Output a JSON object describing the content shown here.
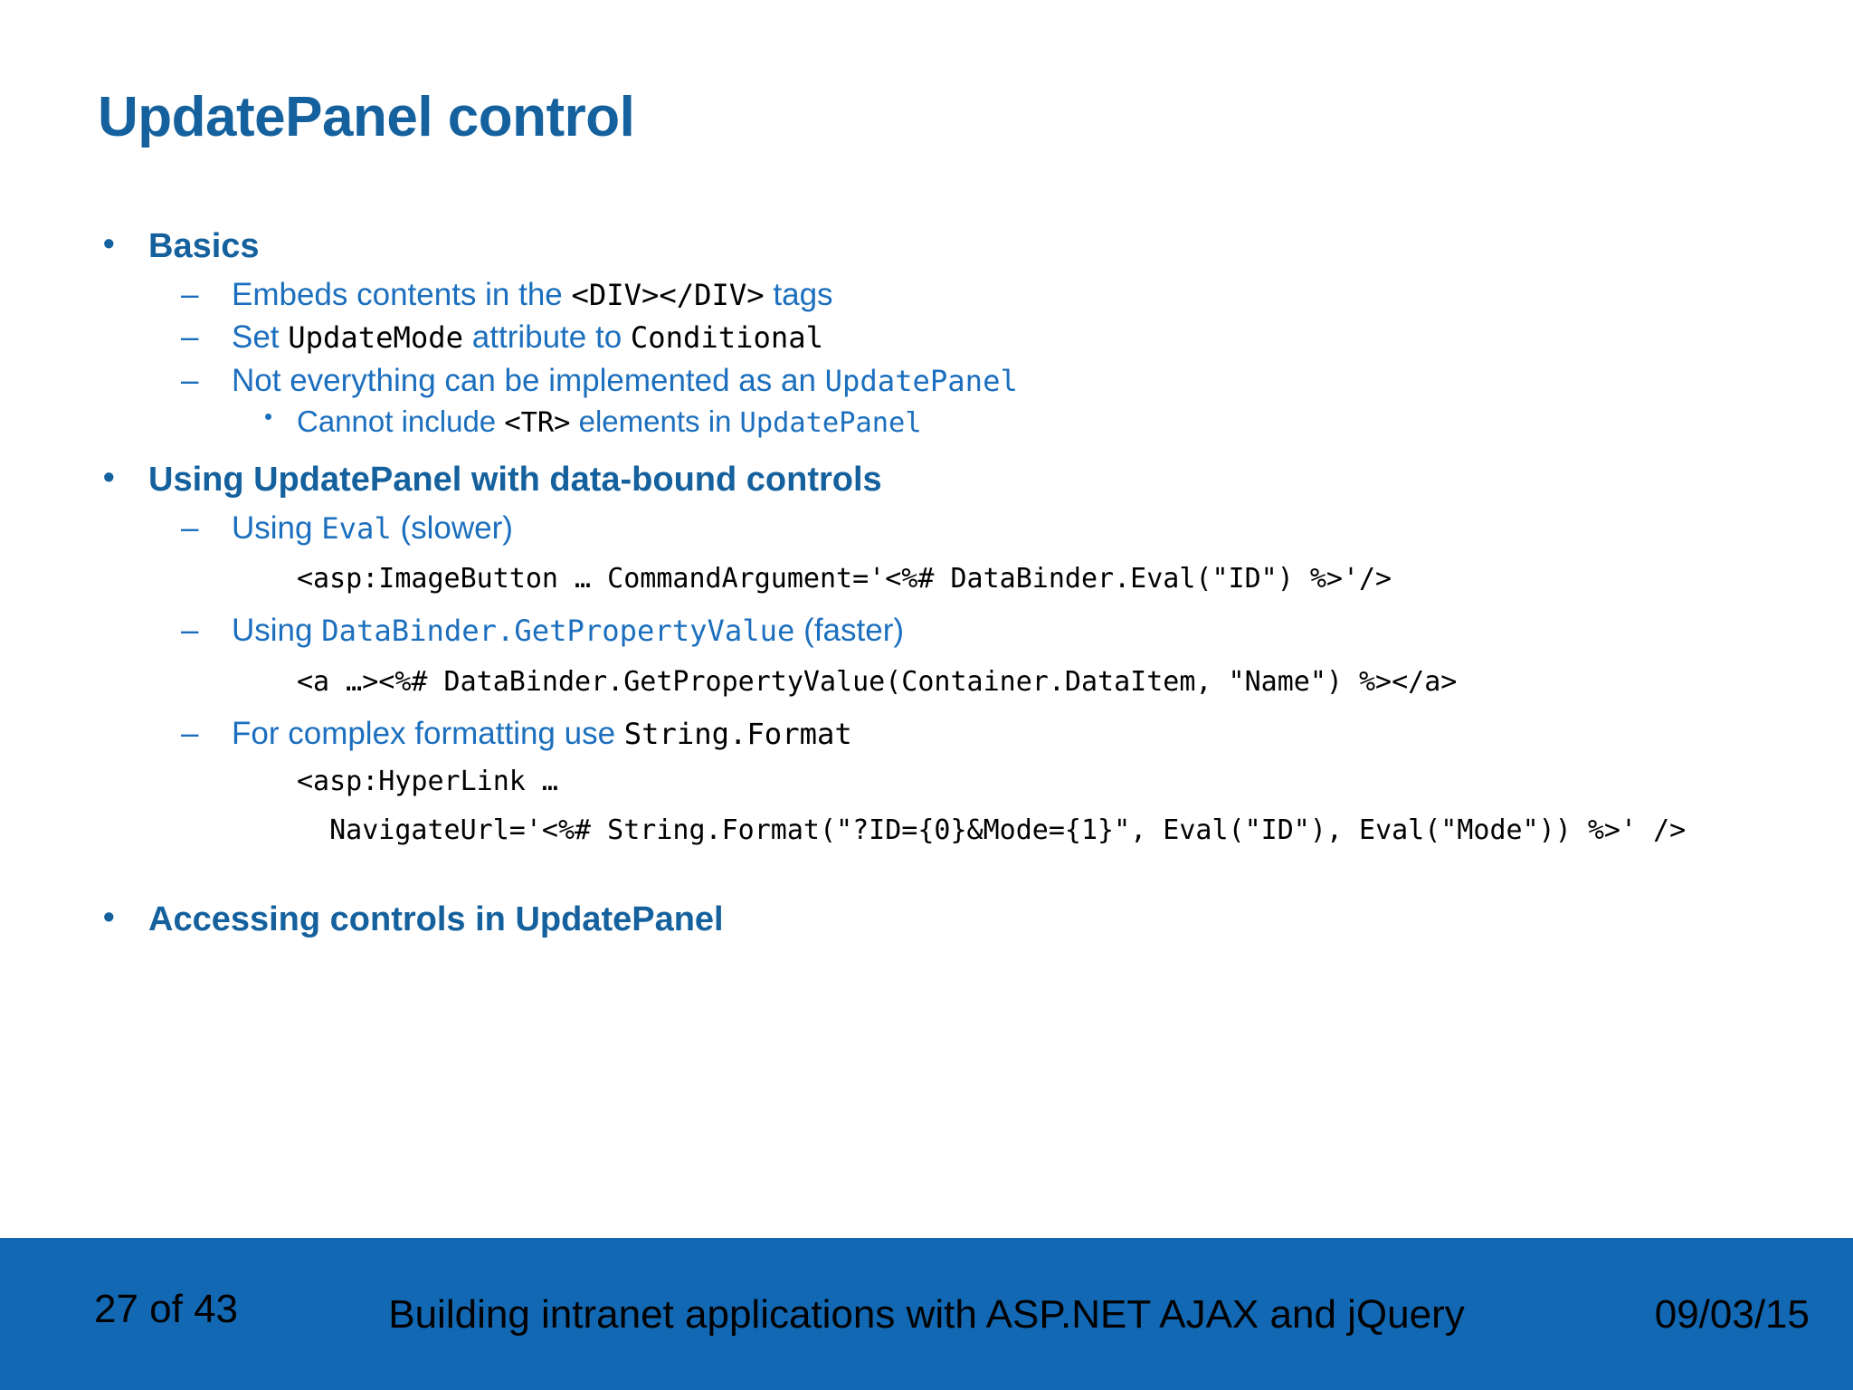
{
  "slide": {
    "title": "UpdatePanel control",
    "accent_color": "#14619E",
    "body_blue": "#1B6FBE",
    "footer_bar_color": "#1268B3",
    "bullet_glyph": "•",
    "dash_glyph": "–",
    "sections": [
      {
        "heading": "Basics",
        "items": [
          {
            "parts": [
              {
                "text": "Embeds contents in the ",
                "style": "prose"
              },
              {
                "text": "<DIV></DIV>",
                "style": "code-dark"
              },
              {
                "text": " tags",
                "style": "prose"
              }
            ],
            "subitems": []
          },
          {
            "parts": [
              {
                "text": "Set ",
                "style": "prose"
              },
              {
                "text": "UpdateMode",
                "style": "code-dark"
              },
              {
                "text": " attribute to ",
                "style": "prose"
              },
              {
                "text": "Conditional",
                "style": "code-dark"
              }
            ],
            "subitems": []
          },
          {
            "parts": [
              {
                "text": "Not everything can be implemented as an ",
                "style": "prose"
              },
              {
                "text": "UpdatePanel",
                "style": "code-blue"
              }
            ],
            "subitems": [
              {
                "parts": [
                  {
                    "text": "Cannot include ",
                    "style": "prose"
                  },
                  {
                    "text": "<TR>",
                    "style": "code-dark"
                  },
                  {
                    "text": " elements in ",
                    "style": "prose"
                  },
                  {
                    "text": "UpdatePanel",
                    "style": "code-blue"
                  }
                ]
              }
            ]
          }
        ]
      },
      {
        "heading": "Using UpdatePanel with data-bound controls",
        "items": [
          {
            "parts": [
              {
                "text": "Using ",
                "style": "prose"
              },
              {
                "text": "Eval",
                "style": "code-blue"
              },
              {
                "text": " (slower)",
                "style": "prose"
              }
            ],
            "code": [
              "<asp:ImageButton … CommandArgument='<%# DataBinder.Eval(\"ID\") %>'/>"
            ]
          },
          {
            "parts": [
              {
                "text": "Using ",
                "style": "prose"
              },
              {
                "text": "DataBinder.GetPropertyValue",
                "style": "code-blue"
              },
              {
                "text": " (faster)",
                "style": "prose"
              }
            ],
            "code": [
              "<a …><%# DataBinder.GetPropertyValue(Container.DataItem, \"Name\") %></a>"
            ]
          },
          {
            "parts": [
              {
                "text": "For complex formatting use ",
                "style": "prose"
              },
              {
                "text": "String.Format",
                "style": "code-dark"
              }
            ],
            "code": [
              "<asp:HyperLink …",
              "  NavigateUrl='<%# String.Format(\"?ID={0}&Mode={1}\", Eval(\"ID\"), Eval(\"Mode\")) %>' />"
            ]
          }
        ]
      },
      {
        "heading": "Accessing controls in UpdatePanel",
        "items": []
      }
    ]
  },
  "footer": {
    "page": "27 of 43",
    "center_text": "Building intranet applications with ASP.NET AJAX and jQuery",
    "date": "09/03/15"
  }
}
